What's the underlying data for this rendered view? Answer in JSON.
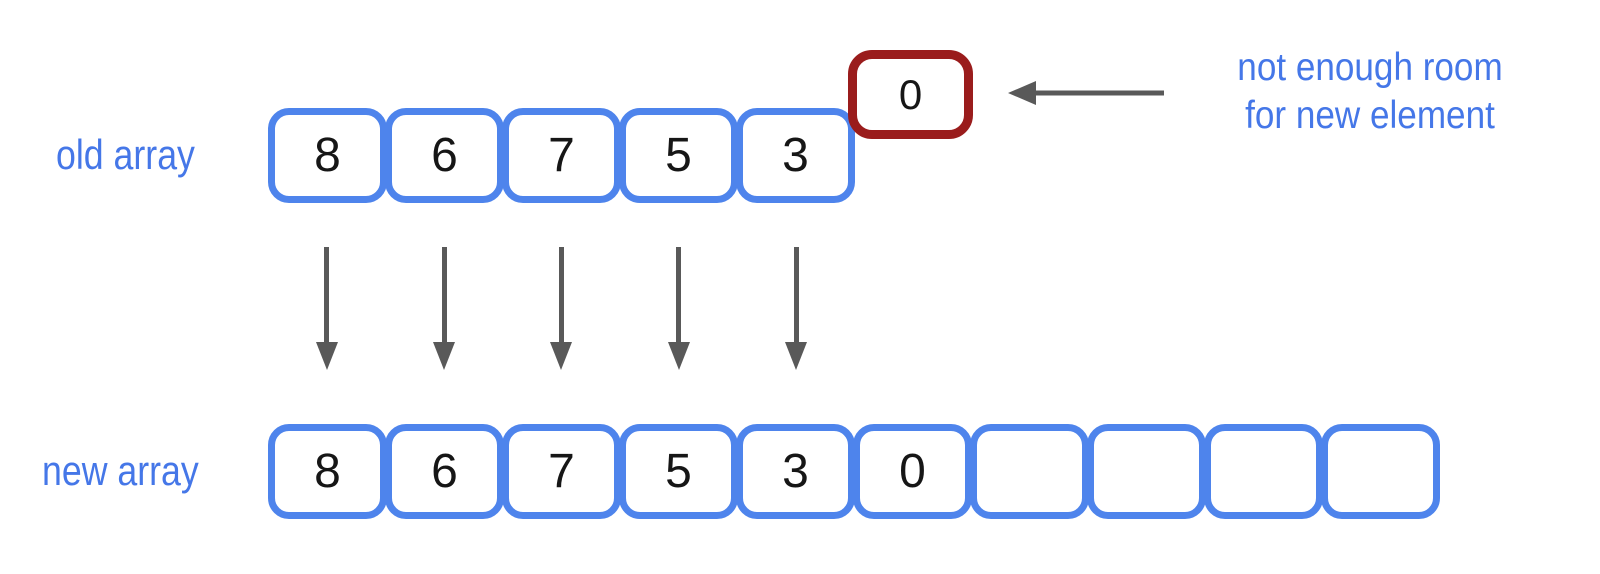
{
  "diagram": {
    "title_hint": "array resize diagram",
    "colors": {
      "box_border_blue": "#4e84ec",
      "label_blue": "#4577e8",
      "overflow_red": "#9a1c1c",
      "arrow_gray": "#595959",
      "digit_black": "#161616",
      "background": "#ffffff"
    },
    "old_array": {
      "label": "old array",
      "cells": [
        "8",
        "6",
        "7",
        "5",
        "3"
      ]
    },
    "overflow_box": {
      "value": "0"
    },
    "annotation": {
      "line1": "not enough room",
      "line2": "for new element"
    },
    "copy_arrows_count": 5,
    "new_array": {
      "label": "new array",
      "cells": [
        "8",
        "6",
        "7",
        "5",
        "3",
        "0",
        "",
        "",
        "",
        ""
      ]
    }
  }
}
